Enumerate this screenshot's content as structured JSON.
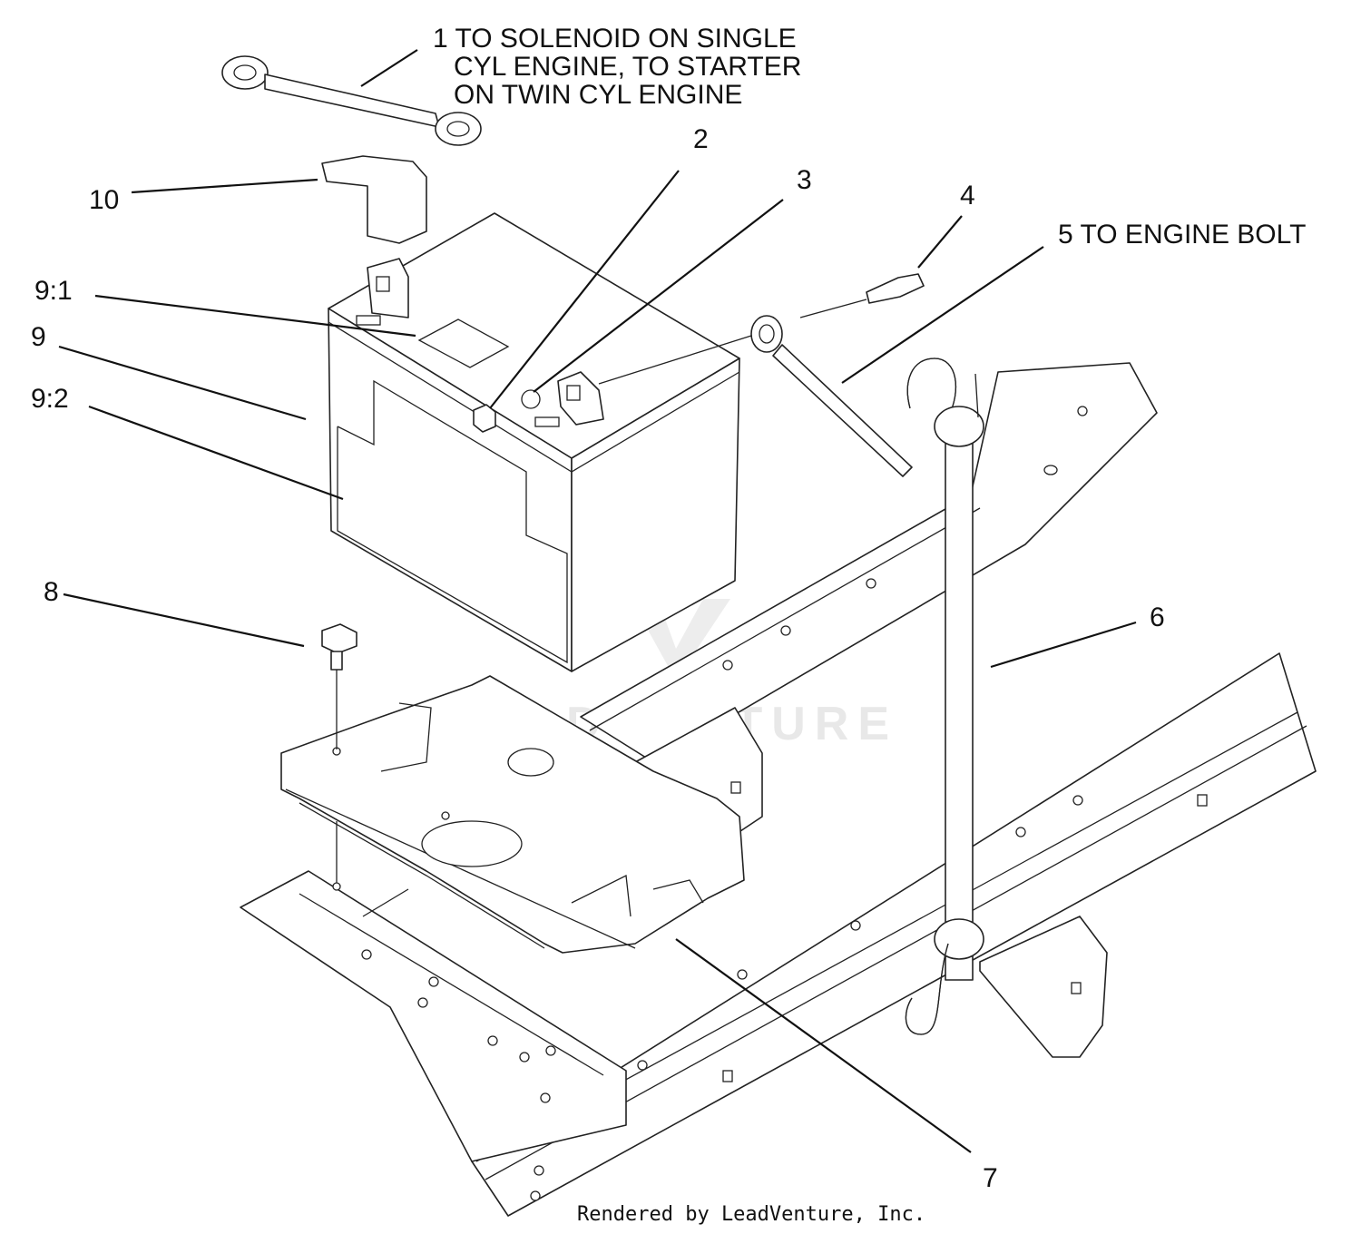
{
  "callouts": [
    {
      "id": "1",
      "lines": [
        "1 TO SOLENOID ON SINGLE",
        "CYL ENGINE, TO STARTER",
        "ON TWIN CYL ENGINE"
      ]
    },
    {
      "id": "2",
      "text": "2"
    },
    {
      "id": "3",
      "text": "3"
    },
    {
      "id": "4",
      "text": "4"
    },
    {
      "id": "5",
      "text": "5 TO ENGINE BOLT"
    },
    {
      "id": "6",
      "text": "6"
    },
    {
      "id": "7",
      "text": "7"
    },
    {
      "id": "8",
      "text": "8"
    },
    {
      "id": "9",
      "text": "9"
    },
    {
      "id": "9:1",
      "text": "9:1"
    },
    {
      "id": "9:2",
      "text": "9:2"
    },
    {
      "id": "10",
      "text": "10"
    }
  ],
  "watermark": "LEADVENTURE",
  "footer": "Rendered by LeadVenture, Inc."
}
